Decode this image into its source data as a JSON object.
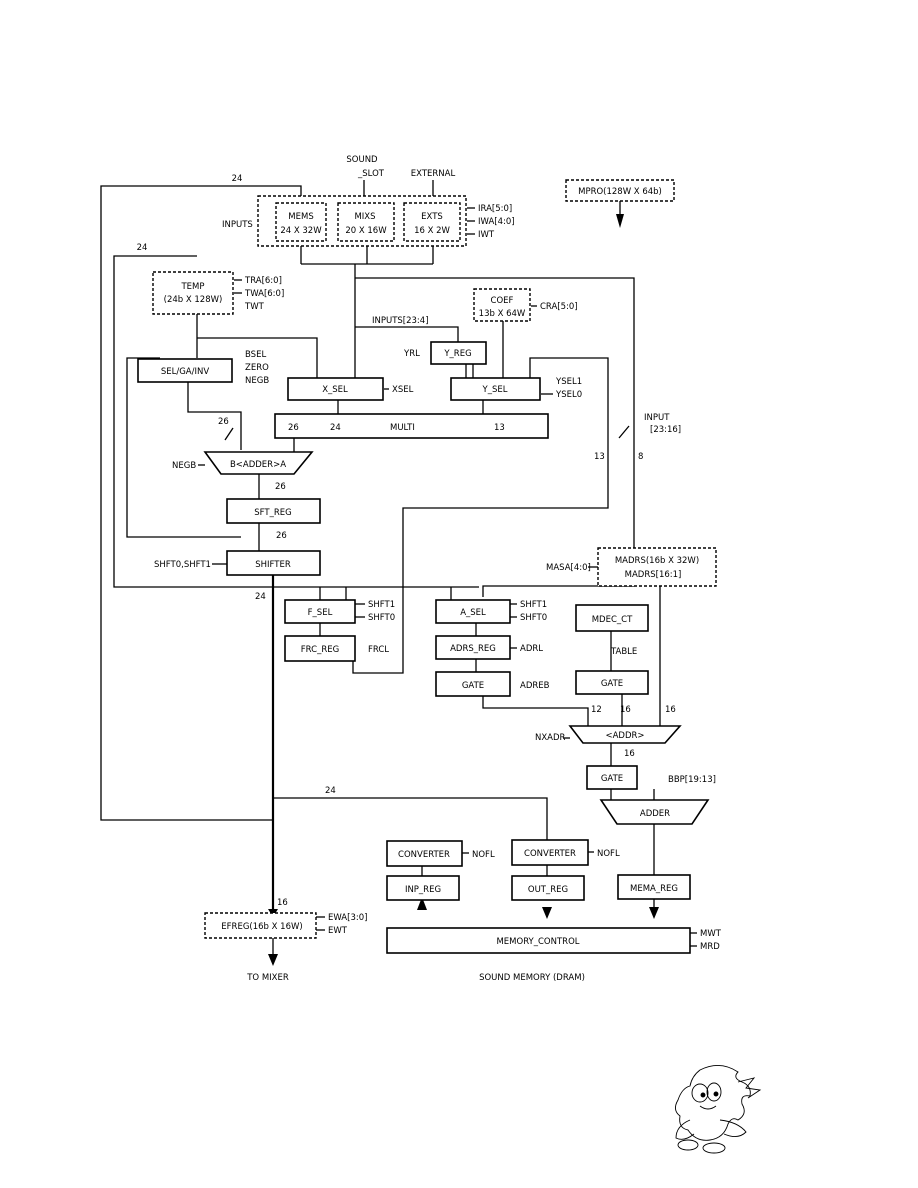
{
  "blocks": {
    "sound_slot_1": "SOUND",
    "sound_slot_2": "_SLOT",
    "external": "EXTERNAL",
    "inputs": "INPUTS",
    "mems_1": "MEMS",
    "mems_2": "24 X 32W",
    "mixs_1": "MIXS",
    "mixs_2": "20 X 16W",
    "exts_1": "EXTS",
    "exts_2": "16 X 2W",
    "ira": "IRA[5:0]",
    "iwa": "IWA[4:0]",
    "iwt": "IWT",
    "mpro": "MPRO(128W X 64b)",
    "temp_1": "TEMP",
    "temp_2": "(24b X 128W)",
    "tra": "TRA[6:0]",
    "twa": "TWA[6:0]",
    "twt": "TWT",
    "coef_1": "COEF",
    "coef_2": "13b X 64W",
    "cra": "CRA[5:0]",
    "inputs_23_4": "INPUTS[23:4]",
    "yrl": "YRL",
    "y_reg": "Y_REG",
    "sel_ga_inv": "SEL/GA/INV",
    "bsel": "BSEL",
    "zero": "ZERO",
    "negb": "NEGB",
    "x_sel": "X_SEL",
    "xsel": "XSEL",
    "y_sel": "Y_SEL",
    "ysel1": "YSEL1",
    "ysel0": "YSEL0",
    "input_23_16_a": "INPUT",
    "input_23_16_b": "[23:16]",
    "multi": "MULTI",
    "n26a": "26",
    "n24a": "24",
    "n13a": "13",
    "n26b": "26",
    "n13b": "13",
    "n8": "8",
    "adder_ba": "B<ADDER>A",
    "negb_in": "NEGB",
    "n26c": "26",
    "sft_reg": "SFT_REG",
    "n26d": "26",
    "shifter": "SHIFTER",
    "shft_in": "SHFT0,SHFT1",
    "n24b": "24",
    "n24c": "24",
    "n24d": "24",
    "madrs_1": "MADRS(16b X 32W)",
    "madrs_2": "MADRS[16:1]",
    "masa": "MASA[4:0]",
    "f_sel": "F_SEL",
    "shft1_f": "SHFT1",
    "shft0_f": "SHFT0",
    "a_sel": "A_SEL",
    "shft1_a": "SHFT1",
    "shft0_a": "SHFT0",
    "mdec_ct": "MDEC_CT",
    "frc_reg": "FRC_REG",
    "frcl": "FRCL",
    "adrs_reg": "ADRS_REG",
    "adrl": "ADRL",
    "table": "TABLE",
    "gate_1": "GATE",
    "adreb": "ADREB",
    "gate_2": "GATE",
    "n12": "12",
    "n16a": "16",
    "n16b": "16",
    "addr": "<ADDR>",
    "nxadr": "NXADR",
    "n16c": "16",
    "gate_3": "GATE",
    "bbp": "BBP[19:13]",
    "n24e": "24",
    "adder": "ADDER",
    "converter_1": "CONVERTER",
    "nofl_1": "NOFL",
    "converter_2": "CONVERTER",
    "nofl_2": "NOFL",
    "inp_reg": "INP_REG",
    "out_reg": "OUT_REG",
    "mema_reg": "MEMA_REG",
    "n16d": "16",
    "efreg": "EFREG(16b X 16W)",
    "ewa": "EWA[3:0]",
    "ewt": "EWT",
    "memory_control": "MEMORY_CONTROL",
    "mwt": "MWT",
    "mrd": "MRD",
    "to_mixer": "TO  MIXER",
    "sound_memory": "SOUND  MEMORY  (DRAM)"
  }
}
